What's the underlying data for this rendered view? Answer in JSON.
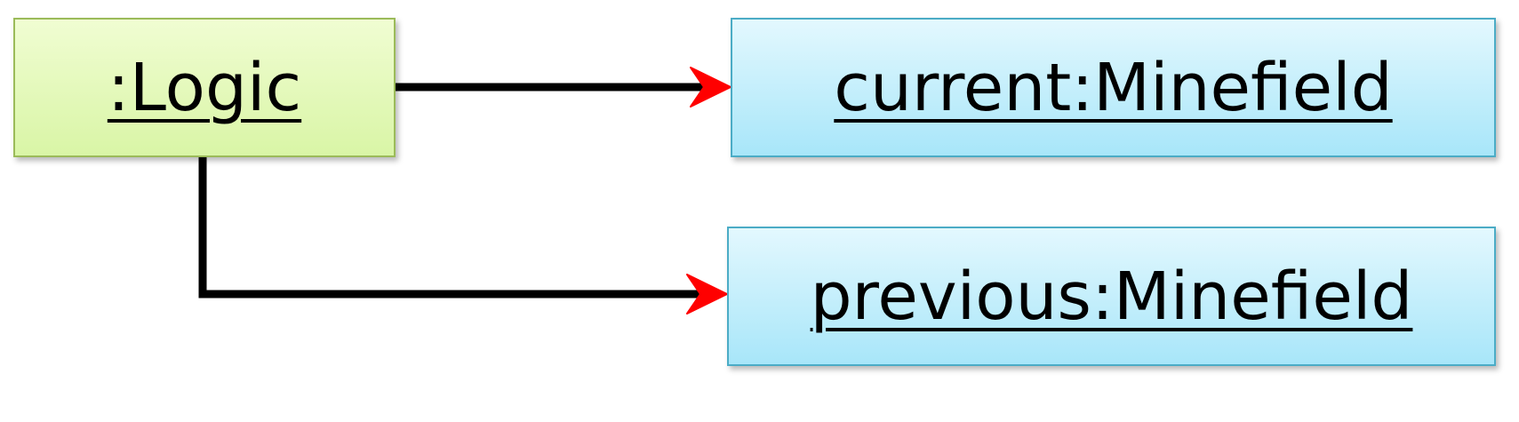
{
  "diagram": {
    "nodes": {
      "logic": {
        "label": ":Logic",
        "fill_top": "#f0fdd2",
        "fill_bottom": "#d9f5a6",
        "border": "#9bbb59"
      },
      "current": {
        "label": "current:Minefield",
        "fill_top": "#e3f8fe",
        "fill_bottom": "#a8e6f9",
        "border": "#4bacc6"
      },
      "previous": {
        "label": "previous:Minefield",
        "fill_top": "#e3f8fe",
        "fill_bottom": "#a8e6f9",
        "border": "#4bacc6"
      }
    },
    "edges": [
      {
        "from": "logic",
        "to": "current",
        "arrow_color": "#ff0000",
        "line_color": "#000000"
      },
      {
        "from": "logic",
        "to": "previous",
        "arrow_color": "#ff0000",
        "line_color": "#000000"
      }
    ]
  }
}
